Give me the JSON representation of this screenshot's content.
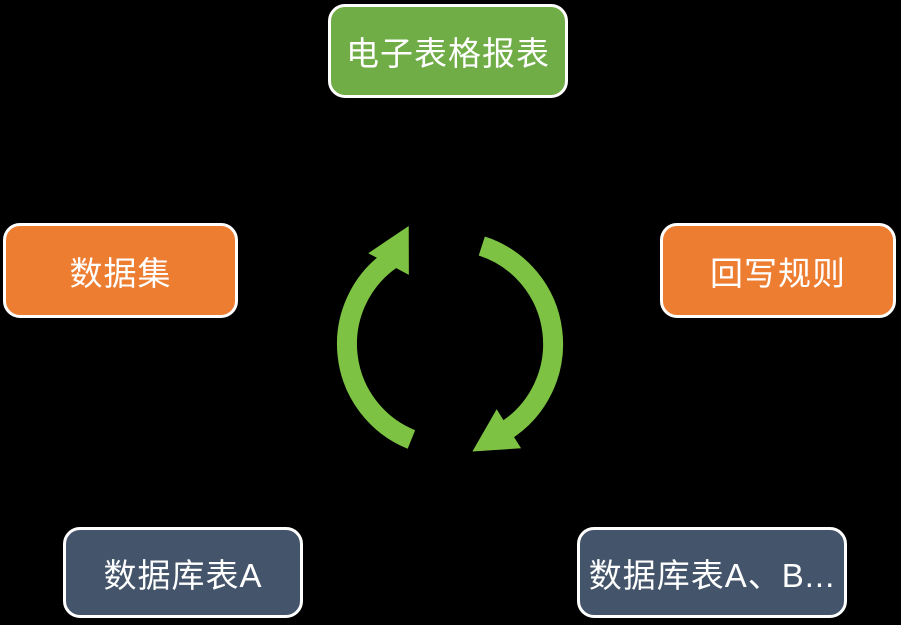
{
  "diagram": {
    "type": "cycle-diagram",
    "background_color": "#000000",
    "text_color": "#FFFFFF",
    "border_color": "#FFFFFF",
    "cycle": {
      "color": "#7DC242",
      "direction": "clockwise",
      "arc_count": "2"
    },
    "nodes": {
      "top": {
        "label": "电子表格报表",
        "fill": "#70AD47",
        "position": "top-center"
      },
      "left": {
        "label": "数据集",
        "fill": "#ED7D31",
        "position": "middle-left"
      },
      "right": {
        "label": "回写规则",
        "fill": "#ED7D31",
        "position": "middle-right"
      },
      "bottom_left": {
        "label": "数据库表A",
        "fill": "#44546A",
        "position": "bottom-left"
      },
      "bottom_right": {
        "label": "数据库表A、B...",
        "fill": "#44546A",
        "position": "bottom-right"
      }
    }
  }
}
